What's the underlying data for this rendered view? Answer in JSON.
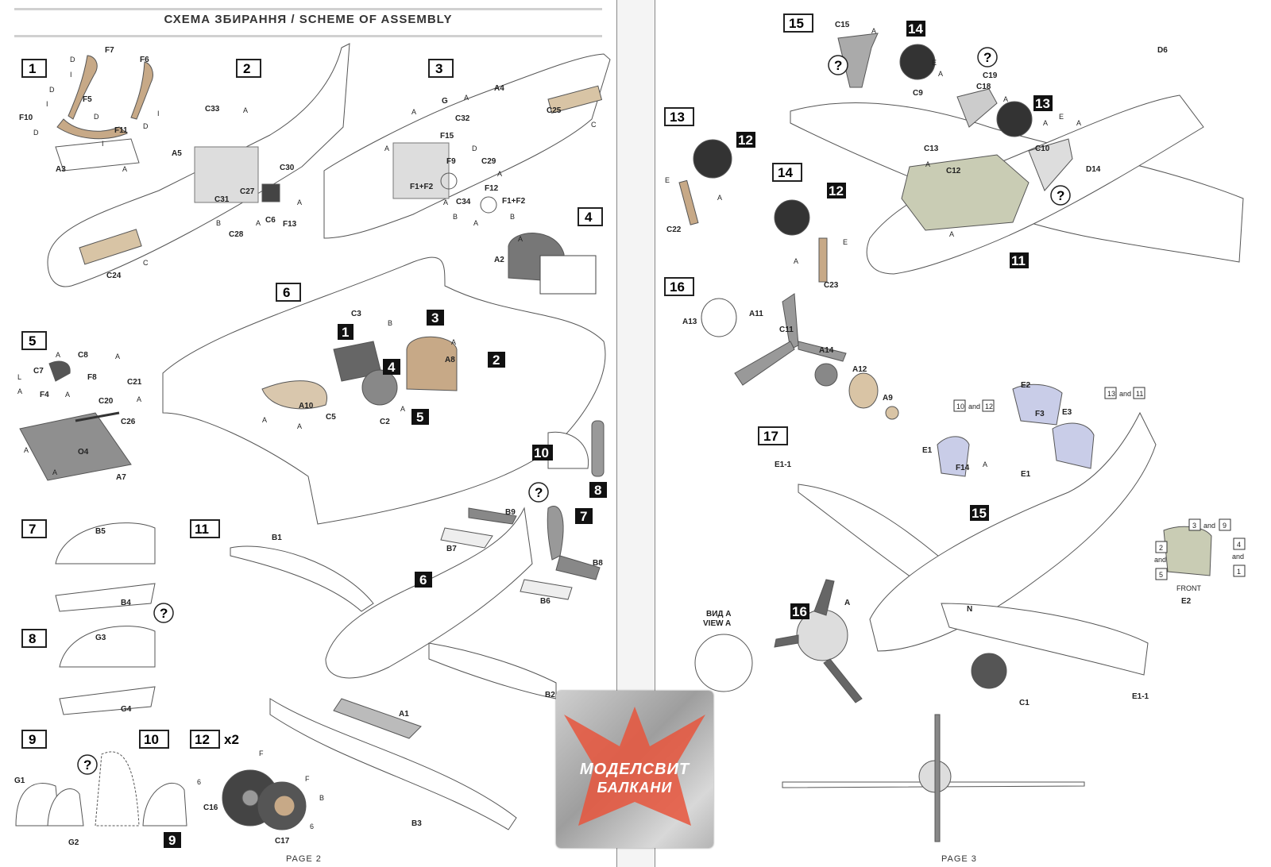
{
  "header": {
    "title": "СХЕМА ЗБИРАННЯ / SCHEME OF ASSEMBLY"
  },
  "pages": {
    "left": "PAGE 2",
    "right": "PAGE 3"
  },
  "watermark": {
    "line1": "МОДЕЛСВИТ",
    "line2": "БАЛКАНИ"
  },
  "steps": {
    "s1": "1",
    "s2": "2",
    "s3": "3",
    "s4": "4",
    "s5": "5",
    "s6": "6",
    "s7": "7",
    "s8": "8",
    "s9": "9",
    "s10": "10",
    "s11": "11",
    "s12": "12",
    "s12x": "x2",
    "s13": "13",
    "s14": "14",
    "s15": "15",
    "s16": "16",
    "s17": "17"
  },
  "parts_left": {
    "step1": [
      "F7",
      "F6",
      "D",
      "I",
      "D",
      "F5",
      "I",
      "D",
      "F10",
      "D",
      "F11",
      "D",
      "I",
      "I",
      "A3",
      "A"
    ],
    "step2": [
      "C33",
      "A",
      "A5",
      "C30",
      "C27",
      "C31",
      "A",
      "C6",
      "F13",
      "B",
      "C28",
      "A",
      "C24",
      "C"
    ],
    "step3": [
      "A4",
      "A",
      "G",
      "A",
      "C32",
      "C25",
      "C",
      "F15",
      "A",
      "D",
      "F9",
      "C29",
      "A",
      "F12",
      "F1+F2",
      "A",
      "C34",
      "F1+F2",
      "B",
      "A",
      "B"
    ],
    "step4": [
      "A",
      "A2"
    ],
    "step5": [
      "A",
      "C8",
      "A",
      "C7",
      "F8",
      "C21",
      "L",
      "A",
      "F4",
      "A",
      "C20",
      "A",
      "C26",
      "A",
      "O4",
      "A",
      "A7"
    ],
    "step6": [
      "C3",
      "B",
      "A8",
      "A",
      "A10",
      "A",
      "A",
      "C5",
      "C2",
      "A"
    ],
    "step7": [
      "B5",
      "B4"
    ],
    "step8": [
      "G3",
      "G4"
    ],
    "step9": [
      "G1",
      "G2"
    ],
    "step11": [
      "B1",
      "B9",
      "B7",
      "B8",
      "B6",
      "A1",
      "B2",
      "B3"
    ],
    "step12": [
      "F",
      "F",
      "C16",
      "B",
      "C17",
      "6",
      "6"
    ]
  },
  "parts_right": {
    "step15": [
      "C15",
      "A",
      "E",
      "A",
      "C9",
      "C19",
      "C18",
      "A",
      "E",
      "A",
      "C10",
      "A",
      "D6",
      "C13",
      "A",
      "C12",
      "D14",
      "A"
    ],
    "step13": [
      "E",
      "A",
      "C22"
    ],
    "step14": [
      "E",
      "A",
      "C23"
    ],
    "step16": [
      "A13",
      "A11",
      "C11",
      "A14",
      "A12",
      "A9"
    ],
    "step17": [
      "E2",
      "F3",
      "E3",
      "E1",
      "F14",
      "A",
      "E1",
      "E1-1",
      "C1",
      "E1-1",
      "N",
      "A"
    ],
    "canopy_seq": [
      "10",
      "and",
      "12",
      "13",
      "and",
      "11",
      "3",
      "and",
      "9",
      "2",
      "and",
      "5",
      "4",
      "and",
      "1",
      "FRONT",
      "E2"
    ],
    "view": [
      "ВИД А",
      "VIEW A"
    ]
  },
  "colors": {
    "tan": "#c7a987",
    "gray": "#9a9a9a",
    "green": "#c9ccb4",
    "canopy": "#c9cde8",
    "red": "#e8553c"
  }
}
